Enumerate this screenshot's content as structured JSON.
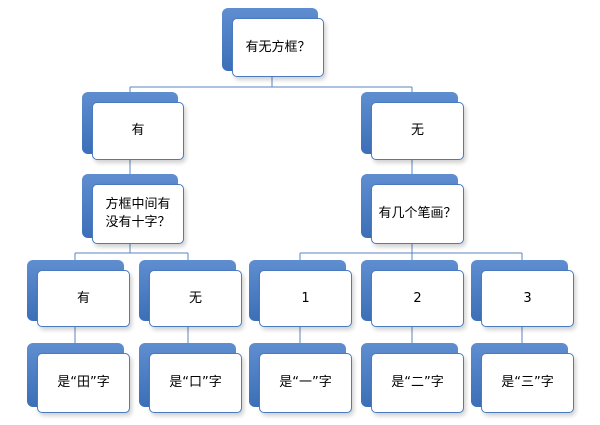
{
  "nodes": {
    "root": "有无方框？",
    "you": "有",
    "wu": "无",
    "q_cross": "方框中间有\n没有十字？",
    "q_strokes": "有几个笔画？",
    "cross_yes": "有",
    "cross_no": "无",
    "stroke_1": "1",
    "stroke_2": "2",
    "stroke_3": "3",
    "ans_tian": "是“田”字",
    "ans_kou": "是“口”字",
    "ans_yi": "是“一”字",
    "ans_er": "是“二”字",
    "ans_san": "是“三”字"
  },
  "colors": {
    "tab": "#4a7bc0",
    "border": "#4a7bc0",
    "connector": "#5a86c2"
  }
}
